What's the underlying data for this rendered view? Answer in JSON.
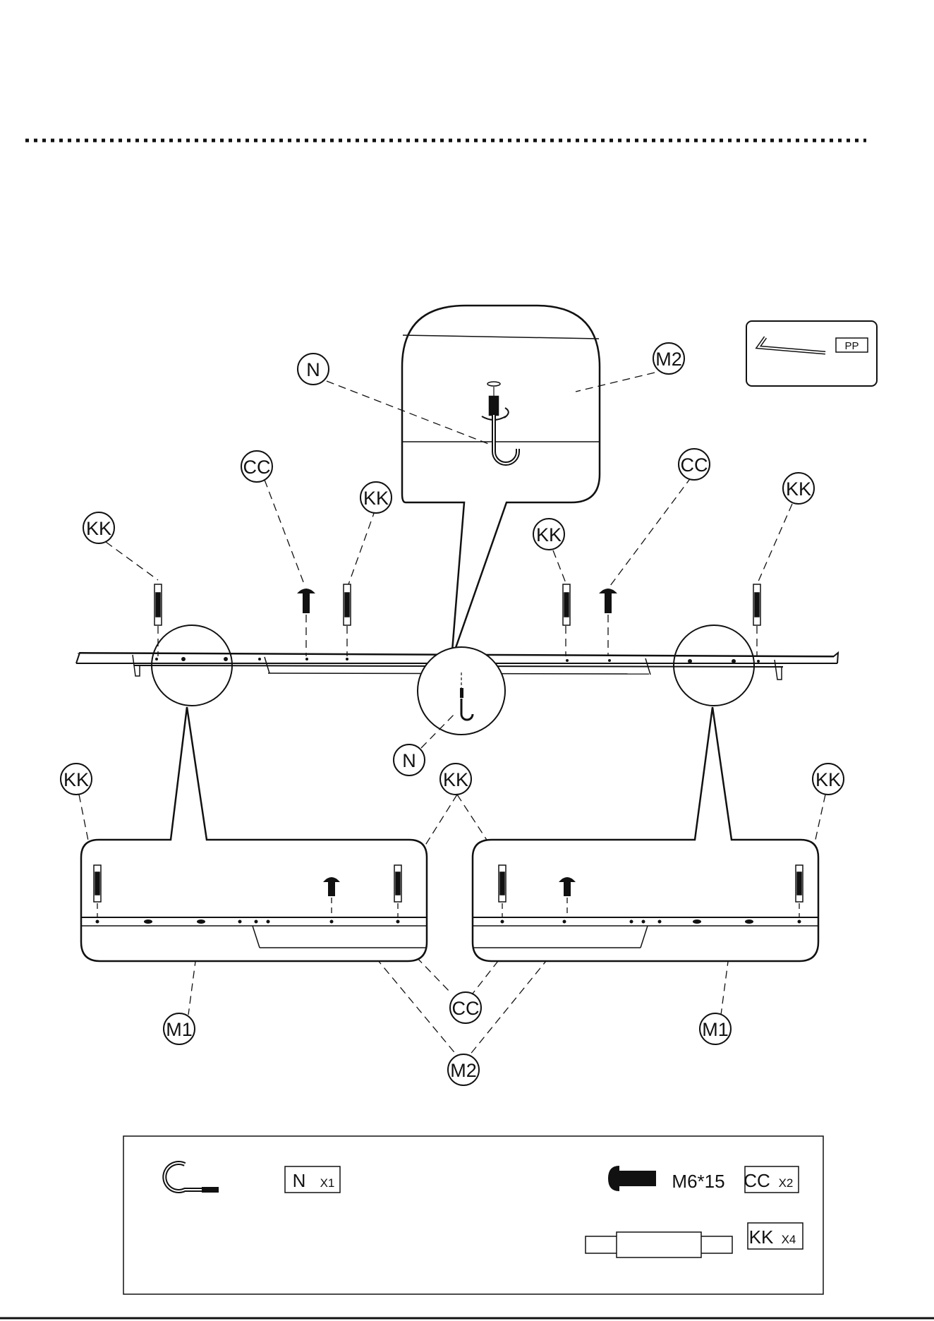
{
  "callouts": {
    "n_top": "N",
    "m2_top": "M2",
    "cc_left": "CC",
    "cc_right": "CC",
    "kk_far_left": "KK",
    "kk_left": "KK",
    "kk_right": "KK",
    "kk_far_right": "KK",
    "n_mid": "N",
    "kk_bl": "KK",
    "kk_bc": "KK",
    "kk_br": "KK",
    "m1_left": "M1",
    "m1_right": "M1",
    "cc_bottom": "CC",
    "m2_bottom": "M2"
  },
  "tool": {
    "label": "PP"
  },
  "parts": {
    "hook": {
      "code": "N",
      "qty": "X1"
    },
    "bolt": {
      "size": "M6*15",
      "code": "CC",
      "qty": "X2"
    },
    "dowel": {
      "code": "KK",
      "qty": "X4"
    }
  }
}
